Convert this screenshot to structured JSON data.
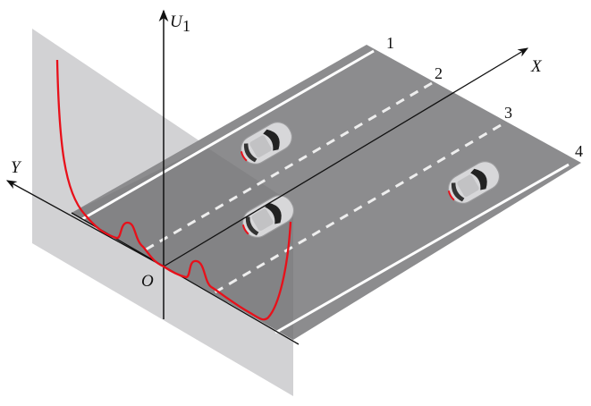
{
  "axes": {
    "u_label": "U",
    "u_sub": "1",
    "x_label": "X",
    "y_label": "Y",
    "origin_label": "O"
  },
  "lanes": {
    "line_labels": [
      "1",
      "2",
      "3",
      "4"
    ]
  },
  "colors": {
    "road": "#8c8c8e",
    "plane": "#d2d2d4",
    "curve": "#e8101a",
    "line": "#ffffff"
  }
}
